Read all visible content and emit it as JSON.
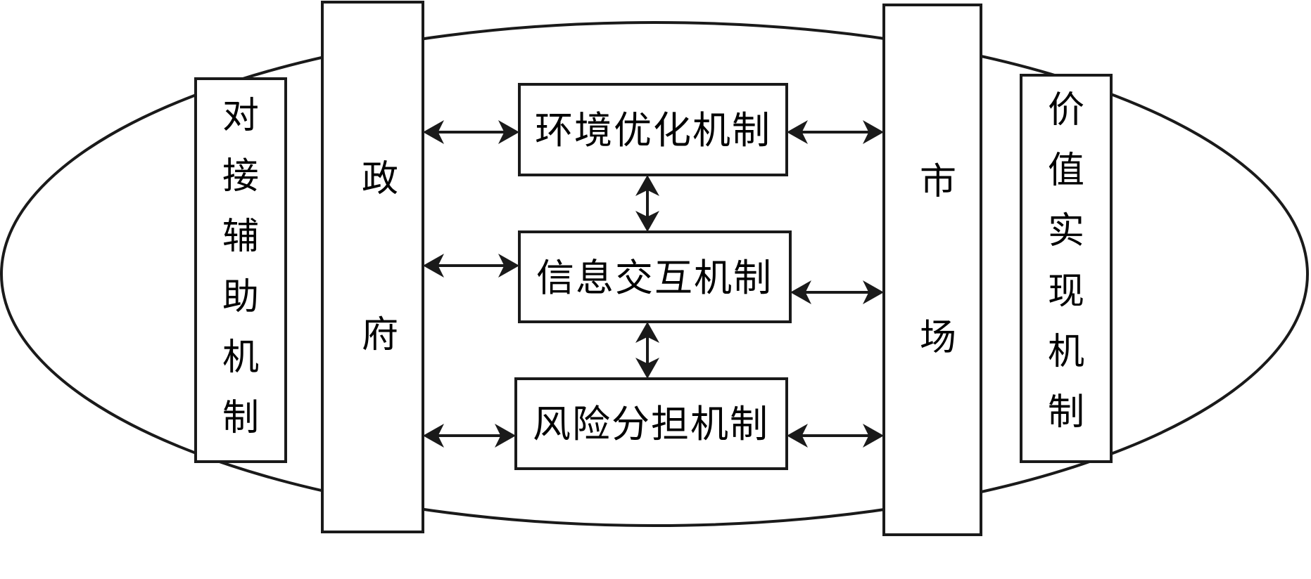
{
  "left_outer_label": "对接辅助机制",
  "left_pillar_label": "政府",
  "right_pillar_label": "市场",
  "right_outer_label": "价值实现机制",
  "mechanisms": [
    "环境优化机制",
    "信息交互机制",
    "风险分担机制"
  ],
  "colors": {
    "stroke": "#1a1a1a",
    "background": "#ffffff"
  }
}
